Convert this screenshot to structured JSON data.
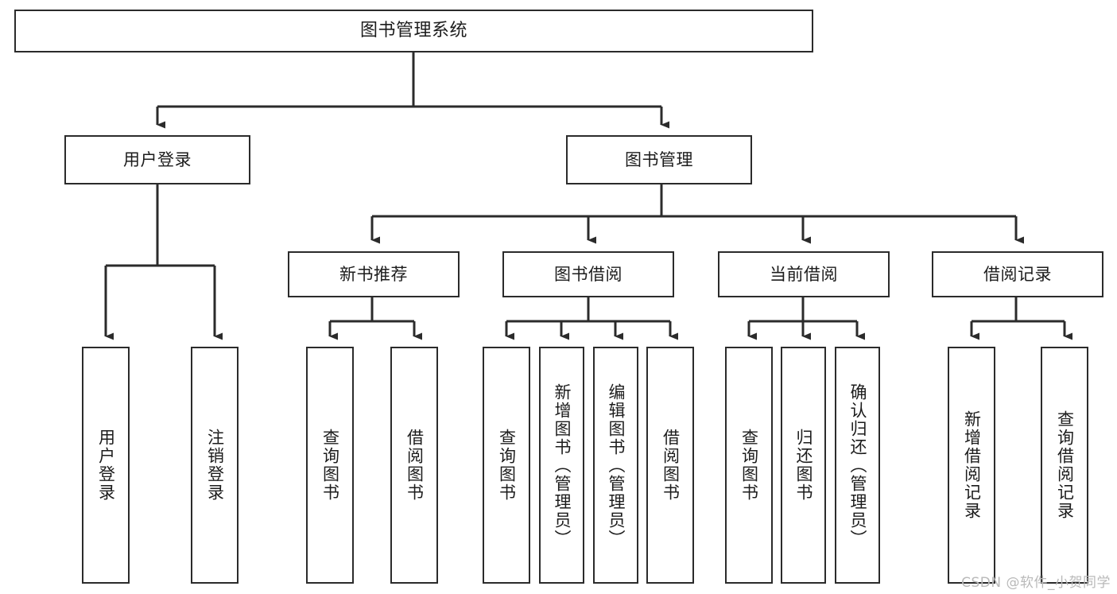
{
  "diagram": {
    "title": "图书管理系统",
    "type": "tree-hierarchy",
    "colors": {
      "box_border": "#2b2b2b",
      "box_fill": "#ffffff",
      "connector": "#2b2b2b",
      "canvas": "#ffffff",
      "watermark": "#b9b9b9"
    },
    "root": {
      "label": "图书管理系统"
    },
    "level2": [
      {
        "label": "用户登录"
      },
      {
        "label": "图书管理"
      }
    ],
    "level3": [
      {
        "label": "新书推荐"
      },
      {
        "label": "图书借阅"
      },
      {
        "label": "当前借阅"
      },
      {
        "label": "借阅记录"
      }
    ],
    "leaves": [
      {
        "label": "用户登录"
      },
      {
        "label": "注销登录"
      },
      {
        "label": "查询图书"
      },
      {
        "label": "借阅图书"
      },
      {
        "label": "查询图书"
      },
      {
        "label": "新增图书（管理员）"
      },
      {
        "label": "编辑图书（管理员）"
      },
      {
        "label": "借阅图书"
      },
      {
        "label": "查询图书"
      },
      {
        "label": "归还图书"
      },
      {
        "label": "确认归还（管理员）"
      },
      {
        "label": "新增借阅记录"
      },
      {
        "label": "查询借阅记录"
      }
    ]
  },
  "watermark": {
    "text": "CSDN @软件_小贺同学"
  }
}
